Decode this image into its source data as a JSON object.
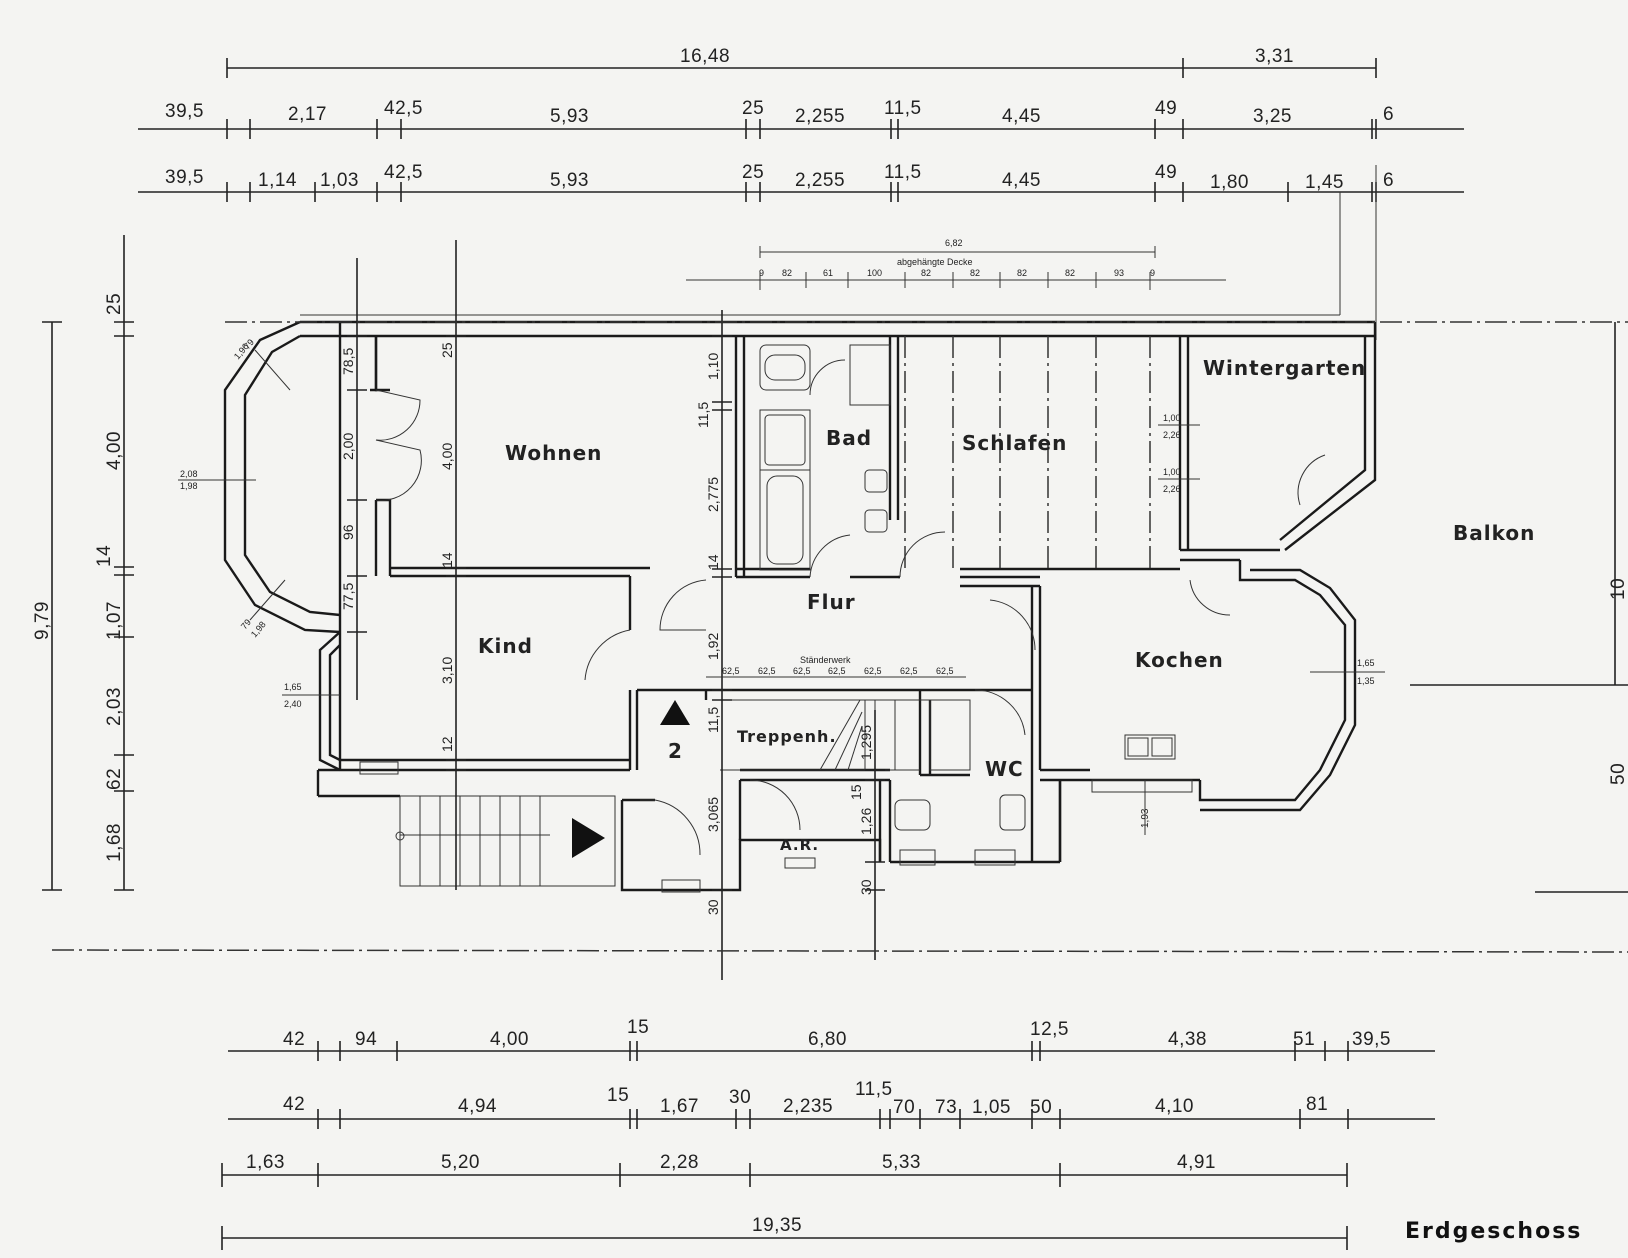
{
  "title": "Erdgeschoss",
  "rooms": {
    "wohnen": "Wohnen",
    "bad": "Bad",
    "schlafen": "Schlafen",
    "wintergarten": "Wintergarten",
    "balkon": "Balkon",
    "flur": "Flur",
    "kind": "Kind",
    "kochen": "Kochen",
    "treppenhaus": "Treppenh.",
    "wc": "WC",
    "ar": "A.R."
  },
  "top_dims": {
    "overall": [
      "16,48",
      "3,31"
    ],
    "row1": [
      "39,5",
      "2,17",
      "42,5",
      "5,93",
      "25",
      "2,255",
      "11,5",
      "4,45",
      "49",
      "3,25",
      "6"
    ],
    "row2": [
      "39,5",
      "1,14",
      "1,03",
      "42,5",
      "5,93",
      "25",
      "2,255",
      "11,5",
      "4,45",
      "49",
      "1,80",
      "1,45",
      "6"
    ]
  },
  "ceiling": {
    "total": "6,82",
    "label": "abgehängte Decke",
    "segments": [
      "9",
      "82",
      "61",
      "100",
      "82",
      "82",
      "82",
      "82",
      "93",
      "9"
    ]
  },
  "left_dims": {
    "overall": "9,79",
    "segments": [
      "25",
      "4,00",
      "14",
      "1,07",
      "2,03",
      "62",
      "1,68"
    ]
  },
  "bottom_dims": {
    "row1": [
      "42",
      "94",
      "4,00",
      "15",
      "6,80",
      "12,5",
      "4,38",
      "51",
      "39,5"
    ],
    "row2": [
      "42",
      "4,94",
      "15",
      "1,67",
      "30",
      "2,235",
      "11,5",
      "70",
      "73",
      "1,05",
      "50",
      "4,10",
      "81"
    ],
    "row3": [
      "1,63",
      "5,20",
      "2,28",
      "5,33",
      "4,91"
    ],
    "overall": "19,35"
  },
  "interior_dims": {
    "wohnen_vert": [
      "78,5",
      "2,00",
      "96",
      "77,5"
    ],
    "wohnen_col": [
      "25",
      "4,00",
      "14",
      "3,10",
      "12"
    ],
    "flur_col": [
      "1,10",
      "11,5",
      "2,775",
      "14",
      "1,92",
      "11,5",
      "3,065",
      "30"
    ],
    "treppe_col": [
      "1,295",
      "15",
      "1,26",
      "30"
    ],
    "bay_top": [
      "79",
      "1,96"
    ],
    "bay_side": [
      "2,08",
      "1,98"
    ],
    "bay_bottom": [
      "79",
      "1,98"
    ],
    "kind_window": [
      "1,65",
      "2,40"
    ],
    "schlafen_window1": [
      "1,00",
      "2,26"
    ],
    "schlafen_window2": [
      "1,00",
      "2,26"
    ],
    "kochen_window": [
      "1,65",
      "1,35"
    ],
    "kochen_vert": "1,93",
    "staenderwerk_label": "Ständerwerk",
    "staenderwerk": [
      "62,5",
      "62,5",
      "62,5",
      "62,5",
      "62,5",
      "62,5",
      "62,5"
    ],
    "stair_number": "2",
    "balkon_edge": [
      "10",
      "50"
    ]
  }
}
